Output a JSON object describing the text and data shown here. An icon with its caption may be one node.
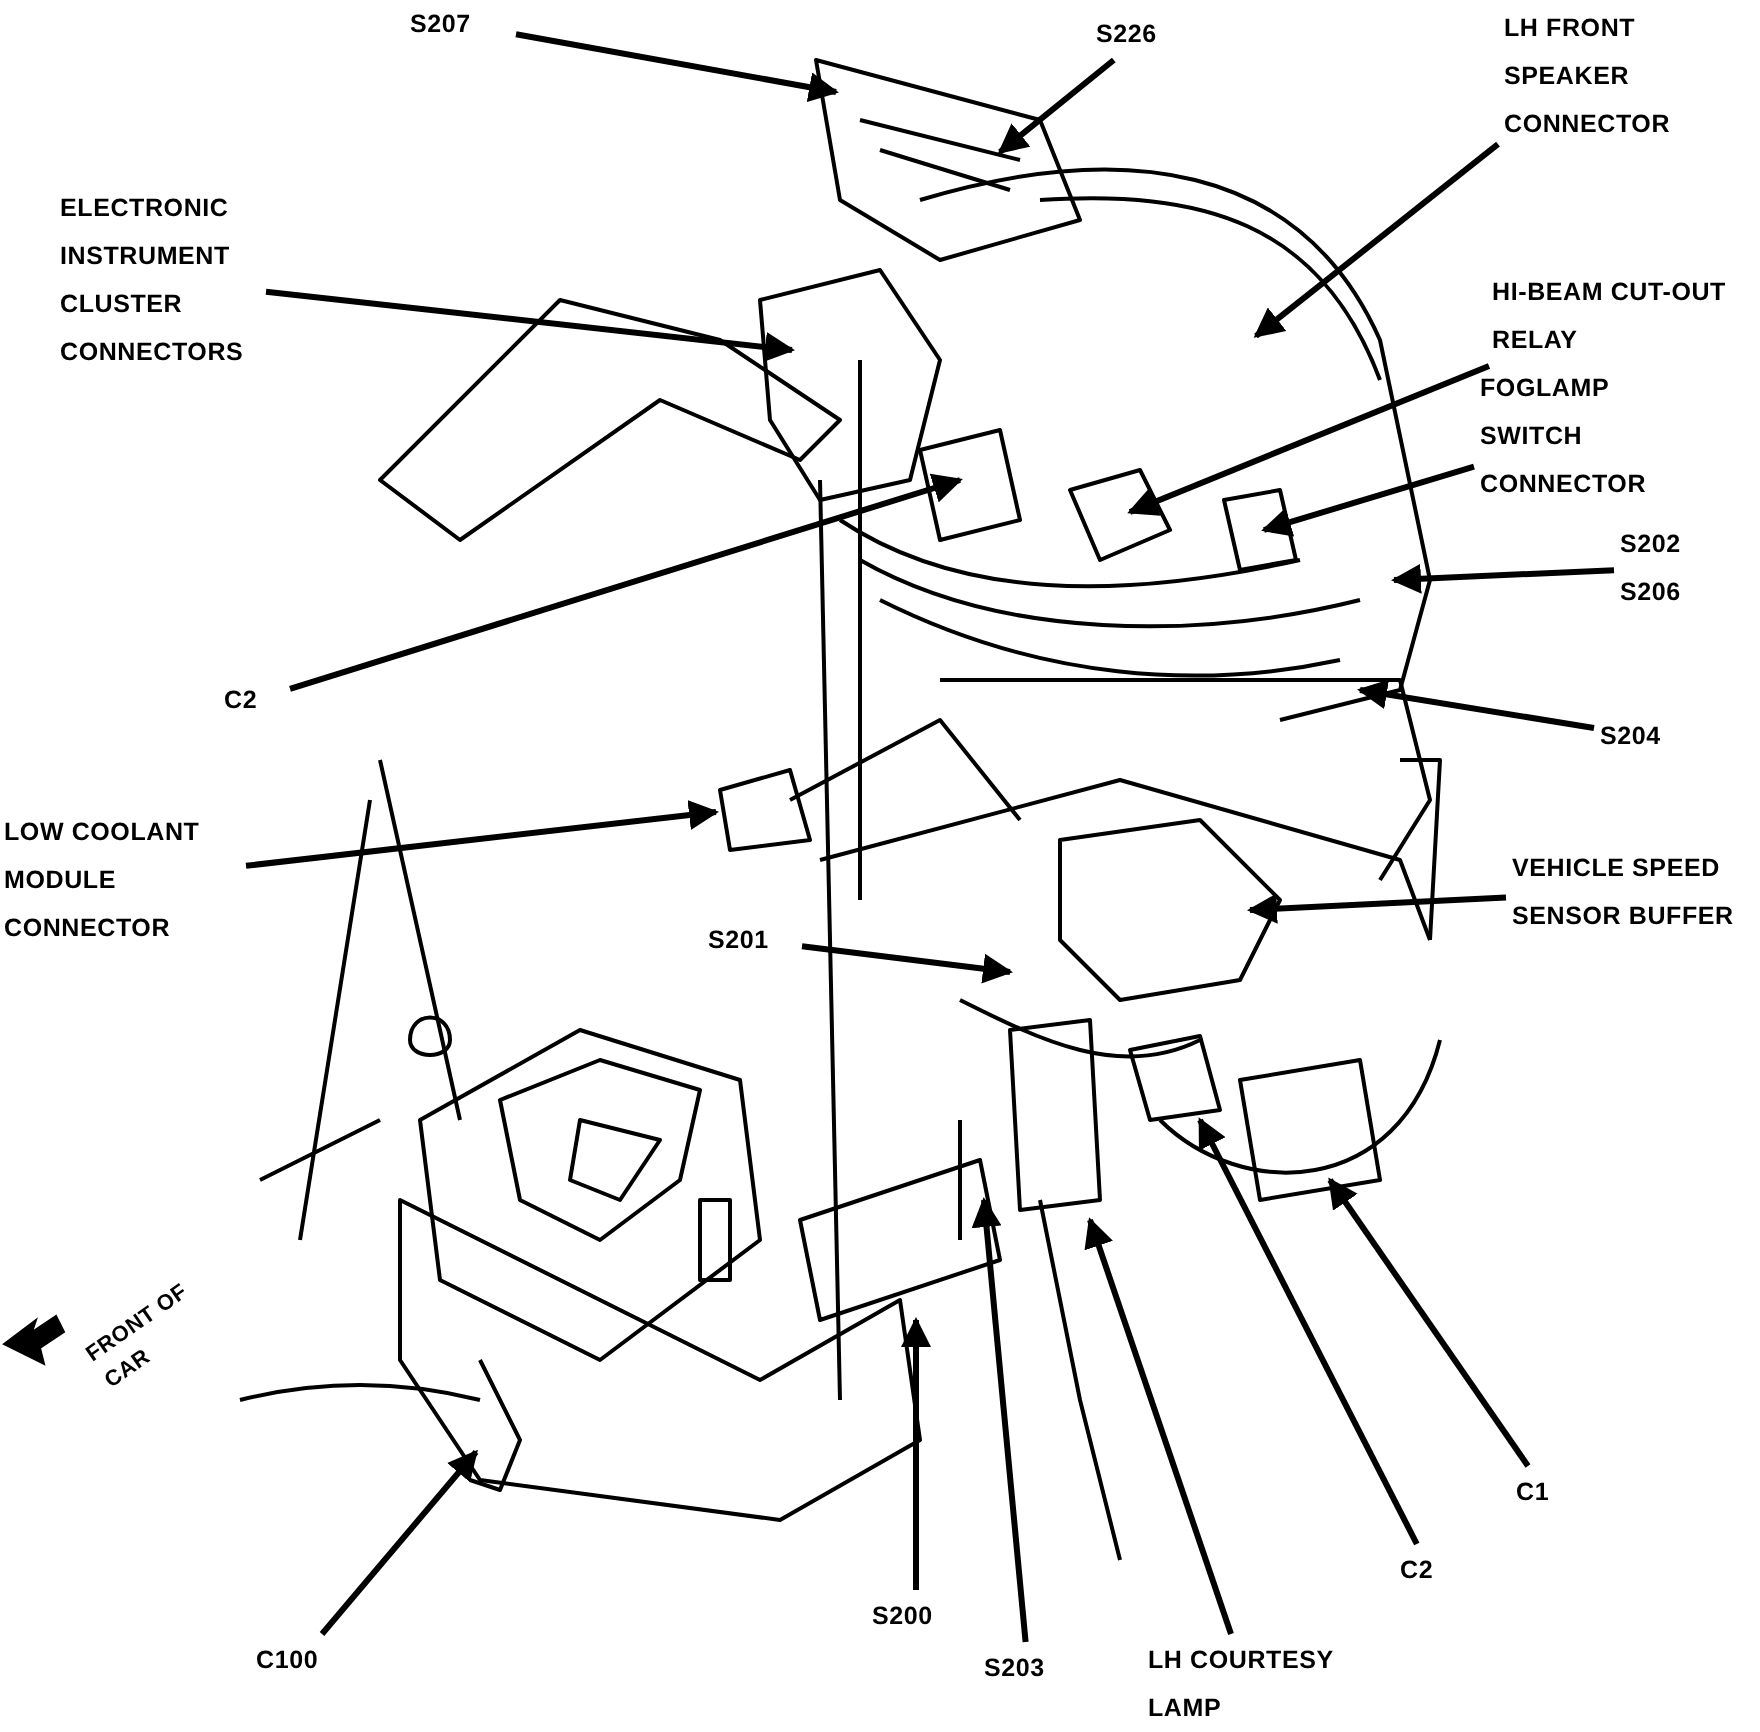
{
  "diagram": {
    "nodes": [
      {
        "text": [
          "S207"
        ]
      },
      {
        "text": [
          "S226"
        ]
      },
      {
        "text": [
          "LH FRONT SPEAKER CONNECTOR"
        ]
      },
      {
        "text": [
          "ELECTRONIC INSTRUMENT CLUSTER CONNECTORS"
        ]
      },
      {
        "text": [
          "HI-BEAM CUT-OUT RELAY"
        ]
      },
      {
        "text": [
          "FOGLAMP SWITCH CONNECTOR"
        ]
      },
      {
        "text": [
          "S202 S206"
        ]
      },
      {
        "text": [
          "C2"
        ]
      },
      {
        "text": [
          "S204"
        ]
      },
      {
        "text": [
          "LOW COOLANT MODULE CONNECTOR"
        ]
      },
      {
        "text": [
          "VEHICLE SPEED SENSOR BUFFER"
        ]
      },
      {
        "text": [
          "S201"
        ]
      },
      {
        "text": [
          "C1"
        ]
      },
      {
        "text": [
          "C2"
        ]
      },
      {
        "text": [
          "C100"
        ]
      },
      {
        "text": [
          "S200"
        ]
      },
      {
        "text": [
          "S203"
        ]
      },
      {
        "text": [
          "LH COURTESY LAMP"
        ]
      }
    ],
    "edges": [
      {
        "from": 0,
        "to": null,
        "arrow": "to"
      },
      {
        "from": 1,
        "to": null,
        "arrow": "to"
      },
      {
        "from": 2,
        "to": null,
        "arrow": "to"
      },
      {
        "from": 3,
        "to": null,
        "arrow": "to"
      },
      {
        "from": 4,
        "to": null,
        "arrow": "to"
      },
      {
        "from": 5,
        "to": null,
        "arrow": "to"
      },
      {
        "from": 6,
        "to": null,
        "arrow": "to"
      },
      {
        "from": 7,
        "to": null,
        "arrow": "to"
      },
      {
        "from": 8,
        "to": null,
        "arrow": "to"
      },
      {
        "from": 9,
        "to": null,
        "arrow": "to"
      },
      {
        "from": 10,
        "to": null,
        "arrow": "to"
      },
      {
        "from": 11,
        "to": null,
        "arrow": "to"
      },
      {
        "from": 12,
        "to": null,
        "arrow": "to"
      },
      {
        "from": 13,
        "to": null,
        "arrow": "to"
      },
      {
        "from": 14,
        "to": null,
        "arrow": "to"
      },
      {
        "from": 15,
        "to": null,
        "arrow": "to"
      },
      {
        "from": 16,
        "to": null,
        "arrow": "to"
      },
      {
        "from": 17,
        "to": null,
        "arrow": "to"
      }
    ],
    "labels": [
      "FRONT OF CAR"
    ]
  }
}
